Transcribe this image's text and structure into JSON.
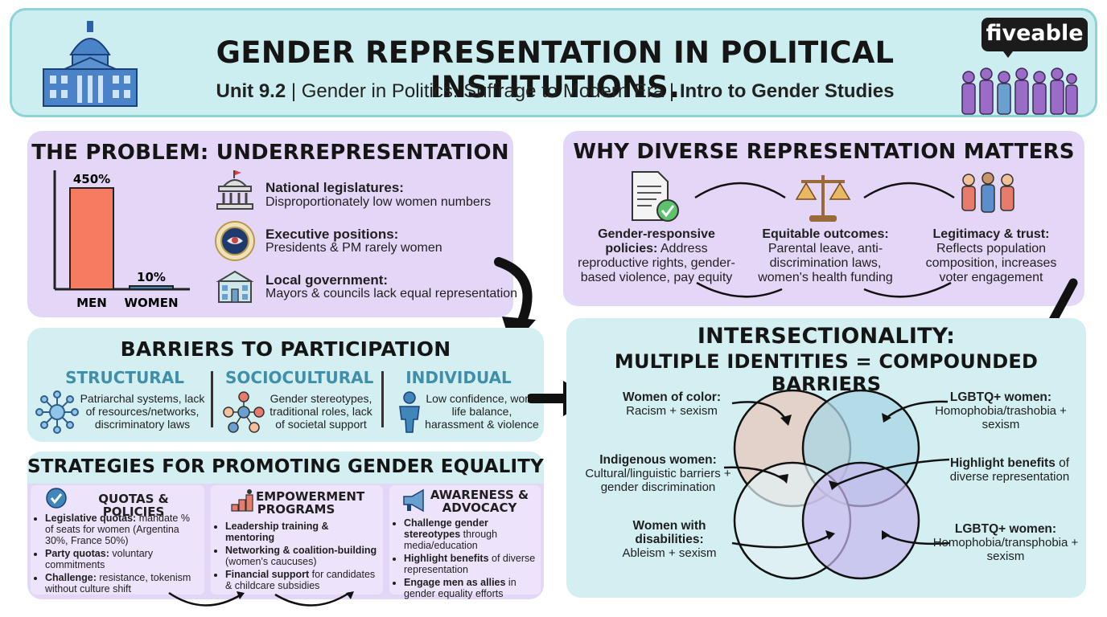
{
  "header": {
    "title": "GENDER REPRESENTATION IN POLITICAL INSTITUTIONS.",
    "subtitle_unit": "Unit 9.2",
    "subtitle_sep1": " | ",
    "subtitle_topic": "Gender in Politics: Suffrage to Modern Era",
    "subtitle_sep2": " | ",
    "subtitle_course": "Intro to Gender Studies",
    "logo": "fiveable"
  },
  "problem": {
    "title": "THE PROBLEM: UNDERREPRESENTATION",
    "chart_data": {
      "type": "bar",
      "categories": [
        "MEN",
        "WOMEN"
      ],
      "values": [
        450,
        10
      ],
      "data_labels": [
        "450%",
        "10%"
      ],
      "colors": [
        "#f77b60",
        "#3f86b9"
      ]
    },
    "rows": [
      {
        "title": "National legislatures:",
        "desc": "Disproportionately low women numbers"
      },
      {
        "title": "Executive positions:",
        "desc": "Presidents & PM rarely women"
      },
      {
        "title": "Local government:",
        "desc": "Mayors & councils lack equal representation"
      }
    ]
  },
  "why": {
    "title": "WHY DIVERSE REPRESENTATION MATTERS",
    "items": [
      {
        "title": "Gender-responsive",
        "title2": "policies:",
        "desc": " Address reproductive rights, gender-based violence, pay equity"
      },
      {
        "title": "Equitable outcomes:",
        "desc": "Parental leave, anti-discrimination laws, women's health funding"
      },
      {
        "title": "Legitimacy & trust:",
        "desc": "Reflects population composition, increases voter engagement"
      }
    ]
  },
  "barriers": {
    "title": "BARRIERS TO PARTICIPATION",
    "items": [
      {
        "name": "STRUCTURAL",
        "desc": "Patriarchal systems, lack of resources/networks, discriminatory laws"
      },
      {
        "name": "SOCIOCULTURAL",
        "desc": "Gender stereotypes, traditional roles, lack of societal support"
      },
      {
        "name": "INDIVIDUAL",
        "desc": "Low confidence, work-life balance, harassment & violence"
      }
    ]
  },
  "strategies": {
    "title": "STRATEGIES FOR PROMOTING GENDER EQUALITY",
    "columns": [
      {
        "heading": "QUOTAS & POLICIES",
        "items": [
          {
            "b": "Legislative quotas:",
            "t": " mandate % of seats for women (Argentina 30%, France 50%)"
          },
          {
            "b": "Party quotas:",
            "t": " voluntary commitments"
          },
          {
            "b": "Challenge:",
            "t": " resistance, tokenism without culture shift"
          }
        ]
      },
      {
        "heading": "EMPOWERMENT PROGRAMS",
        "items": [
          {
            "b": "Leadership training & mentoring",
            "t": ""
          },
          {
            "b": "Networking & coalition-building",
            "t": " (women's caucuses)"
          },
          {
            "b": "Financial support",
            "t": " for candidates & childcare subsidies"
          }
        ]
      },
      {
        "heading": "AWARENESS & ADVOCACY",
        "items": [
          {
            "b": "Challenge gender stereotypes",
            "t": " through media/education"
          },
          {
            "b": "Highlight benefits",
            "t": " of diverse representation"
          },
          {
            "b": "Engage men as allies",
            "t": " in gender equality efforts"
          }
        ]
      }
    ]
  },
  "intersectionality": {
    "title1": "INTERSECTIONALITY:",
    "title2": "MULTIPLE IDENTITIES = COMPOUNDED BARRIERS",
    "labels": [
      {
        "title": "Women of color:",
        "desc": "Racism + sexism"
      },
      {
        "title": "LGBTQ+ women:",
        "desc": "Homophobia/trashobia + sexism"
      },
      {
        "title": "Indigenous women:",
        "desc": "Cultural/linguistic barriers + gender discrimination"
      },
      {
        "title": "Highlight benefits",
        "desc_inline": " of",
        "desc": "diverse representation"
      },
      {
        "title": "Women with disabilities:",
        "desc": "Ableism + sexism"
      },
      {
        "title": "LGBTQ+ women:",
        "desc": "Homophobia/transphobia + sexism"
      }
    ],
    "circle_colors": [
      "#e8c8bc",
      "#a9d6e4",
      "#e2f1f5",
      "#c7b8ee"
    ]
  }
}
